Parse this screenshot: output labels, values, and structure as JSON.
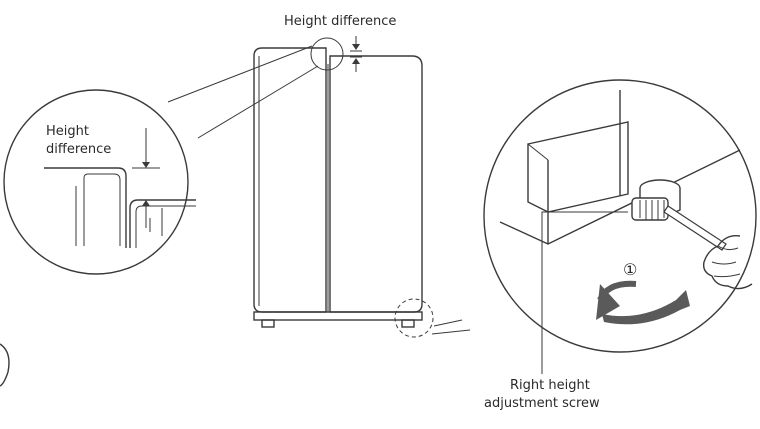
{
  "labels": {
    "top_height_difference": "Height difference",
    "inset_height": "Height",
    "inset_difference": "difference",
    "step_marker": "①",
    "screw_line1": "Right height",
    "screw_line2": "adjustment screw"
  },
  "colors": {
    "line": "#3a3a3a",
    "arrow_fill": "#5a5a5a",
    "background": "#ffffff"
  },
  "icons": {
    "rotation_arrow": "curved-arrow-icon",
    "hand": "hand-icon",
    "screwdriver": "screwdriver-icon"
  }
}
